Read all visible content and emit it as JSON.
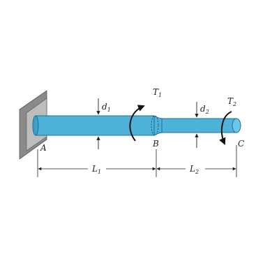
{
  "labels": {
    "point_a": "A",
    "point_b": "B",
    "point_c": "C",
    "d1_main": "d",
    "d1_sub": "1",
    "d2_main": "d",
    "d2_sub": "2",
    "t1_main": "T",
    "t1_sub": "1",
    "t2_main": "T",
    "t2_sub": "2",
    "l1_main": "L",
    "l1_sub": "1",
    "l2_main": "L",
    "l2_sub": "2"
  },
  "colors": {
    "shaft": "#4fb3d9",
    "shaft_outline": "#1e6f96",
    "wall_face": "#bdbdbd",
    "wall_side": "#8a8a8a",
    "line": "#222222"
  }
}
